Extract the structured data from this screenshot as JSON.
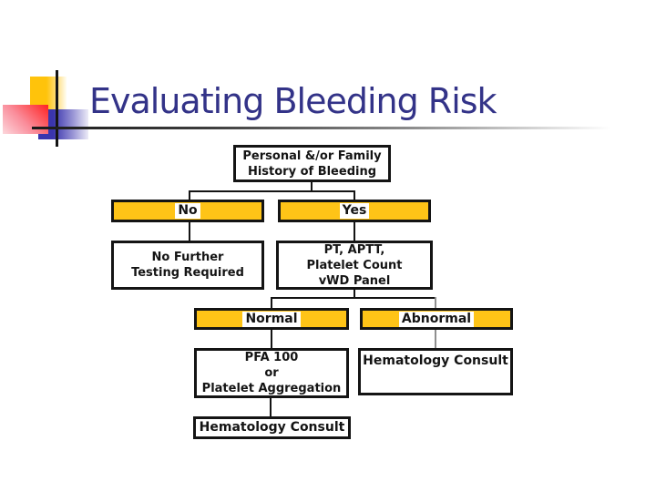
{
  "title": {
    "text": "Evaluating Bleeding Risk"
  },
  "colors": {
    "title_blue": "#333388",
    "accent_yellow": "#FFC417",
    "box_border": "#141414",
    "connector_gray": "#8f8f8f"
  },
  "flowchart": {
    "personal_history": {
      "line1": "Personal &/or Family",
      "line2": "History of Bleeding"
    },
    "no_branch": {
      "label": "No"
    },
    "yes_branch": {
      "label": "Yes"
    },
    "no_further": {
      "line1": "No Further",
      "line2": "Testing Required"
    },
    "pt_panel": {
      "line1": "PT, APTT,",
      "line2": "Platelet Count",
      "line3": "vWD Panel"
    },
    "normal_branch": {
      "label": "Normal"
    },
    "abnormal_branch": {
      "label": "Abnormal"
    },
    "pfa": {
      "line1": "PFA 100",
      "line2": "or",
      "line3": "Platelet Aggregation"
    },
    "hematology_consult_right": {
      "label": "Hematology Consult"
    },
    "hematology_consult_bottom": {
      "label": "Hematology Consult"
    }
  }
}
